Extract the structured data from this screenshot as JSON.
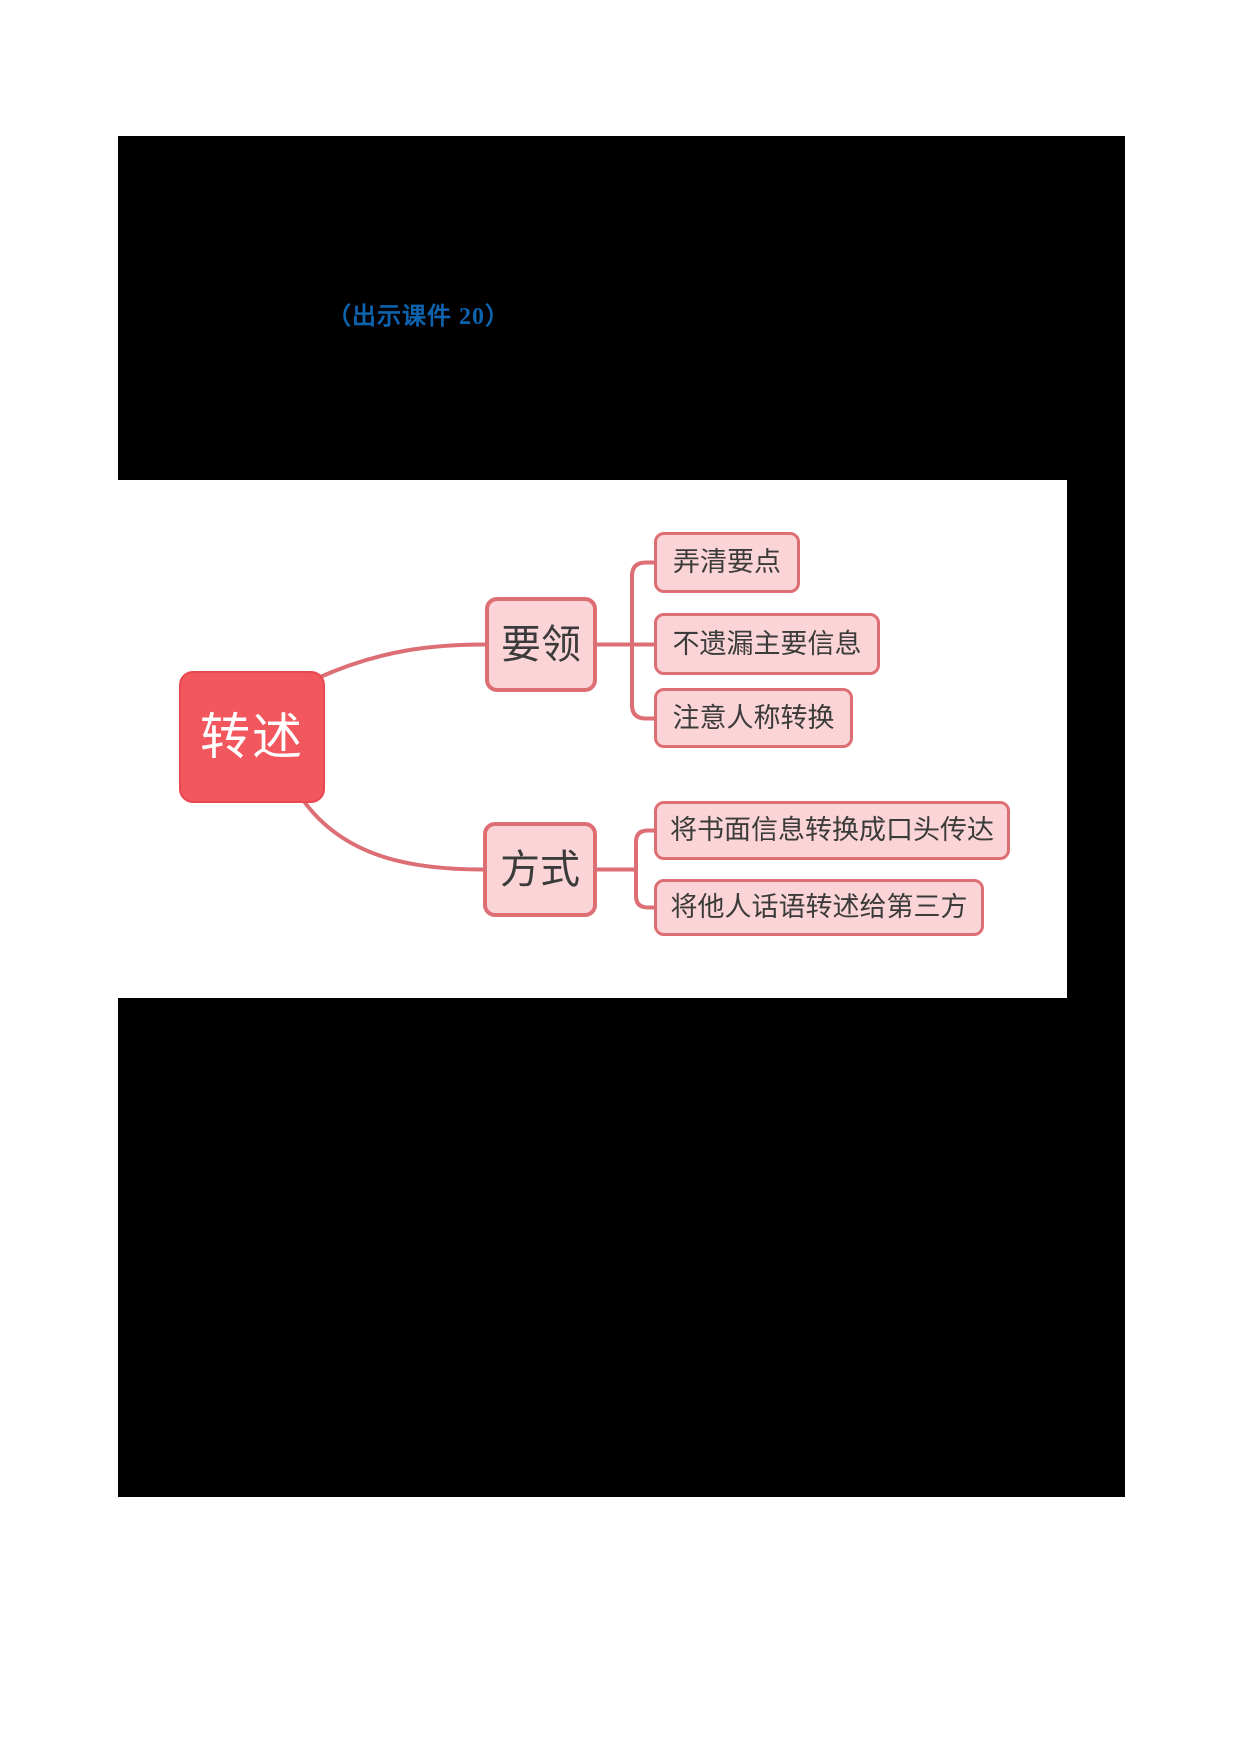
{
  "note": {
    "text": "（出示课件 20）"
  },
  "mindmap": {
    "root": "转述",
    "branches": [
      {
        "label": "要领",
        "children": [
          "弄清要点",
          "不遗漏主要信息",
          "注意人称转换"
        ]
      },
      {
        "label": "方式",
        "children": [
          "将书面信息转换成口头传达",
          "将他人话语转述给第三方"
        ]
      }
    ]
  },
  "colors": {
    "root_fill": "#f2575d",
    "root_text": "#ffffff",
    "node_fill": "#fbd4d7",
    "node_border": "#dd6e74",
    "connector": "#dd6e74",
    "node_text": "#3b3b3b",
    "note_blue": "#0e63af",
    "redaction": "#000000",
    "page_background": "#ffffff"
  }
}
